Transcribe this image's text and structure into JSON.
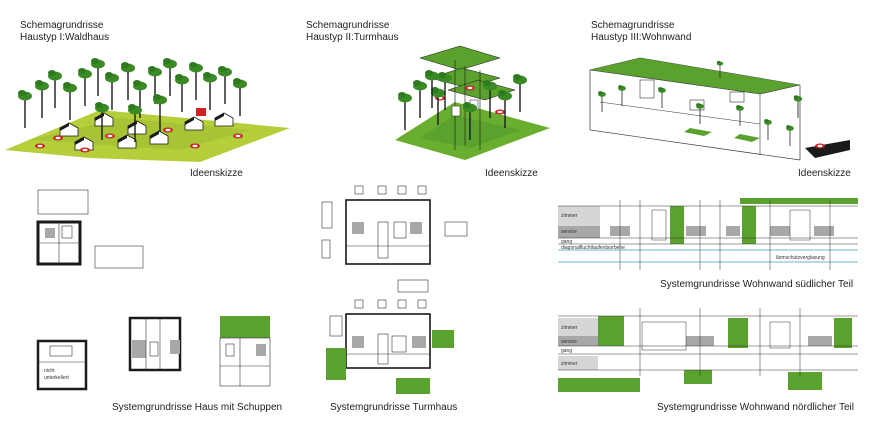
{
  "sections": [
    {
      "title_line1": "Schemagrundrisse",
      "title_line2": "Haustyp I:Waldhaus",
      "sketch_label": "Ideenskizze"
    },
    {
      "title_line1": "Schemagrundrisse",
      "title_line2": "Haustyp II:Turmhaus",
      "sketch_label": "Ideenskizze"
    },
    {
      "title_line1": "Schemagrundrisse",
      "title_line2": "Haustyp III:Wohnwand",
      "sketch_label": "Ideenskizze"
    }
  ],
  "captions": {
    "haus_schuppen": "Systemgrundrisse Haus mit Schuppen",
    "turmhaus": "Systemgrundrisse Turmhaus",
    "wohnwand_sued": "Systemgrundrisse Wohnwand südlicher Teil",
    "wohnwand_nord": "Systemgrundrisse Wohnwand nördlicher Teil"
  },
  "plan_labels": {
    "nicht_unterkellert_1": "nicht",
    "nicht_unterkellert_2": "unterkellert",
    "sued": {
      "zimmer": "zimmer",
      "service": "service",
      "gang": "gang",
      "diagonal": "diagonalfluchtlaufentsorbehe",
      "laerm": "lärmschutzverglasung"
    },
    "nord": {
      "zimmer_top": "zimmer",
      "service": "service",
      "gang": "gang",
      "zimmer_bottom": "zimmer"
    }
  },
  "colors": {
    "green": "#5aa12e",
    "light_green": "#9cc23a",
    "grass": "#b5cf3a",
    "gray": "#a8a8a8",
    "dark": "#1a1a1a",
    "red": "#cc2222",
    "blue_line": "#6fb4d6"
  }
}
